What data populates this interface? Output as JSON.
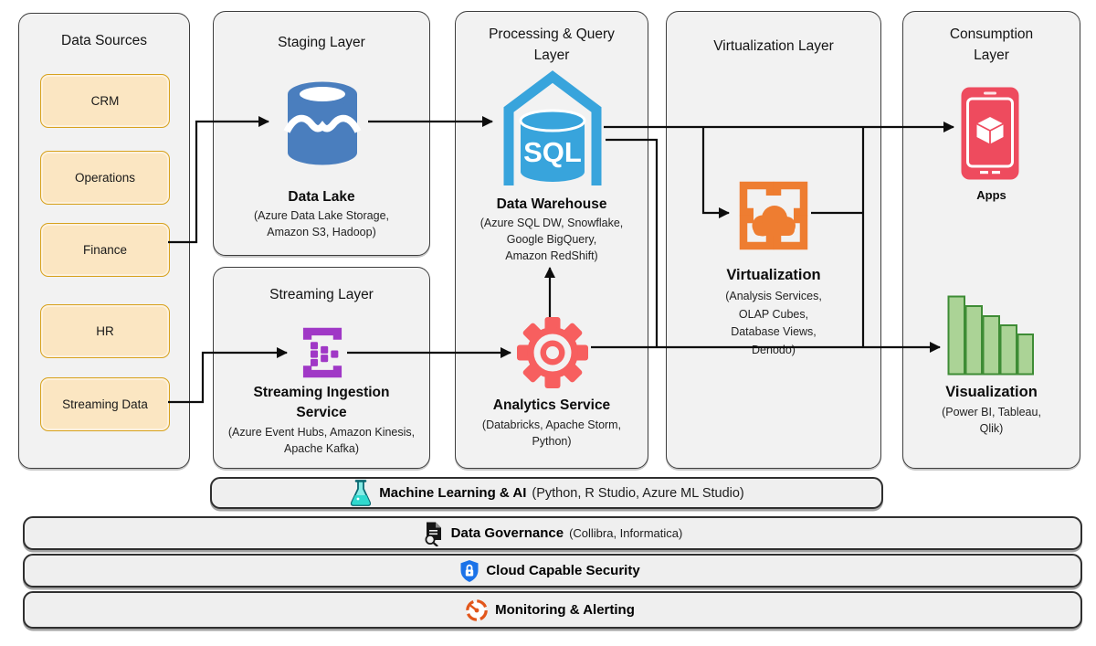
{
  "layers": {
    "data_sources": {
      "title": "Data Sources",
      "items": [
        "CRM",
        "Operations",
        "Finance",
        "HR",
        "Streaming Data"
      ]
    },
    "staging": {
      "title": "Staging Layer",
      "node_title": "Data Lake",
      "node_subtitle": [
        "(Azure Data Lake Storage,",
        "Amazon S3, Hadoop)"
      ]
    },
    "streaming": {
      "title": "Streaming Layer",
      "node_title": [
        "Streaming Ingestion",
        "Service"
      ],
      "node_subtitle": [
        "(Azure Event Hubs, Amazon Kinesis,",
        "Apache Kafka)"
      ]
    },
    "processing": {
      "title": [
        "Processing & Query",
        "Layer"
      ],
      "warehouse_title": "Data Warehouse",
      "warehouse_subtitle": [
        "(Azure SQL DW, Snowflake,",
        "Google BigQuery,",
        "Amazon RedShift)"
      ],
      "warehouse_icon_text": "SQL",
      "analytics_title": "Analytics Service",
      "analytics_subtitle": [
        "(Databricks, Apache Storm,",
        "Python)"
      ]
    },
    "virtualization": {
      "title": "Virtualization Layer",
      "node_title": "Virtualization",
      "node_subtitle": [
        "(Analysis Services,",
        "OLAP Cubes,",
        "Database Views,",
        "Denodo)"
      ]
    },
    "consumption": {
      "title": [
        "Consumption",
        "Layer"
      ],
      "apps_label": "Apps",
      "viz_title": "Visualization",
      "viz_subtitle": [
        "(Power BI, Tableau,",
        "Qlik)"
      ]
    }
  },
  "bars": [
    {
      "title": "Machine Learning & AI",
      "subtitle": "(Python, R Studio, Azure ML Studio)",
      "icon": "flask-icon"
    },
    {
      "title": "Data Governance",
      "subtitle": "(Collibra, Informatica)",
      "icon": "document-search-icon"
    },
    {
      "title": "Cloud Capable Security",
      "subtitle": "",
      "icon": "shield-lock-icon"
    },
    {
      "title": "Monitoring & Alerting",
      "subtitle": "",
      "icon": "gauge-icon"
    }
  ],
  "colors": {
    "panel_fill": "#f2f2f2",
    "panel_border": "#3d3d3d",
    "source_fill": "#fbe6c2",
    "source_border": "#d7a21e",
    "data_lake_blue": "#4a7ebe",
    "warehouse_blue": "#38a4dc",
    "streaming_purple": "#a038c6",
    "analytics_coral": "#f75f5f",
    "virtualization_orange": "#ee7d31",
    "apps_red": "#ee4b5e",
    "viz_bar_fill": "#abd396",
    "viz_bar_border": "#3e8c35",
    "flask_cyan": "#2fd9ce",
    "security_blue": "#1b72e8",
    "monitoring_orange": "#e2561b",
    "connector_black": "#0d0d0d"
  }
}
